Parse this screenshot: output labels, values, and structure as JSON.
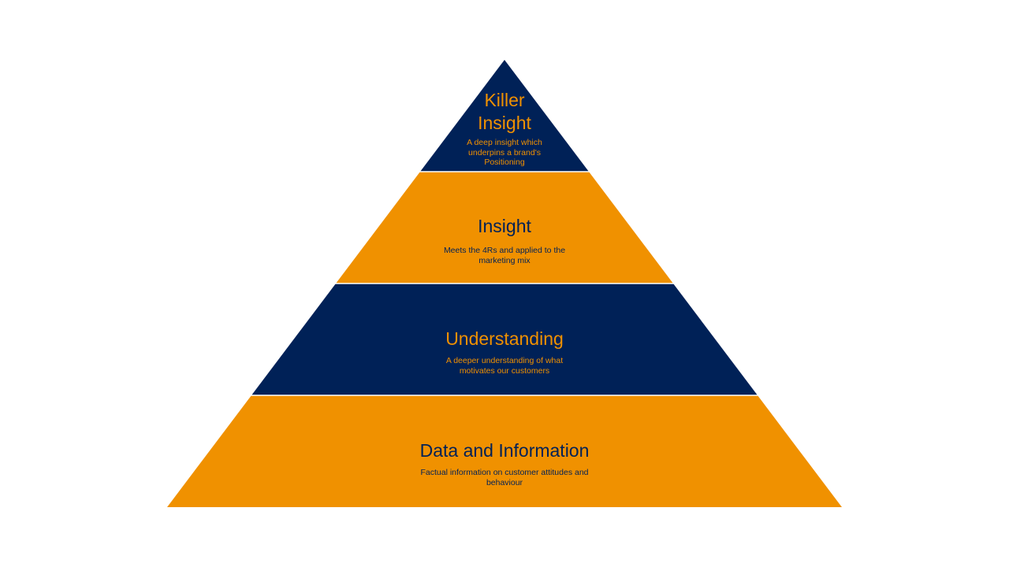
{
  "colors": {
    "navy": "#002157",
    "orange": "#F09100",
    "background": "#FFFFFF"
  },
  "pyramid": {
    "tiers": [
      {
        "title": "Killer Insight",
        "description": "A deep insight which underpins a brand's Positioning",
        "fill": "#002157",
        "text_color": "#F09100"
      },
      {
        "title": "Insight",
        "description": "Meets the 4Rs and applied to the marketing mix",
        "fill": "#F09100",
        "text_color": "#002157"
      },
      {
        "title": "Understanding",
        "description": "A deeper understanding of what motivates our customers",
        "fill": "#002157",
        "text_color": "#F09100"
      },
      {
        "title": "Data and Information",
        "description": "Factual information on customer attitudes and behaviour",
        "fill": "#F09100",
        "text_color": "#002157"
      }
    ]
  }
}
